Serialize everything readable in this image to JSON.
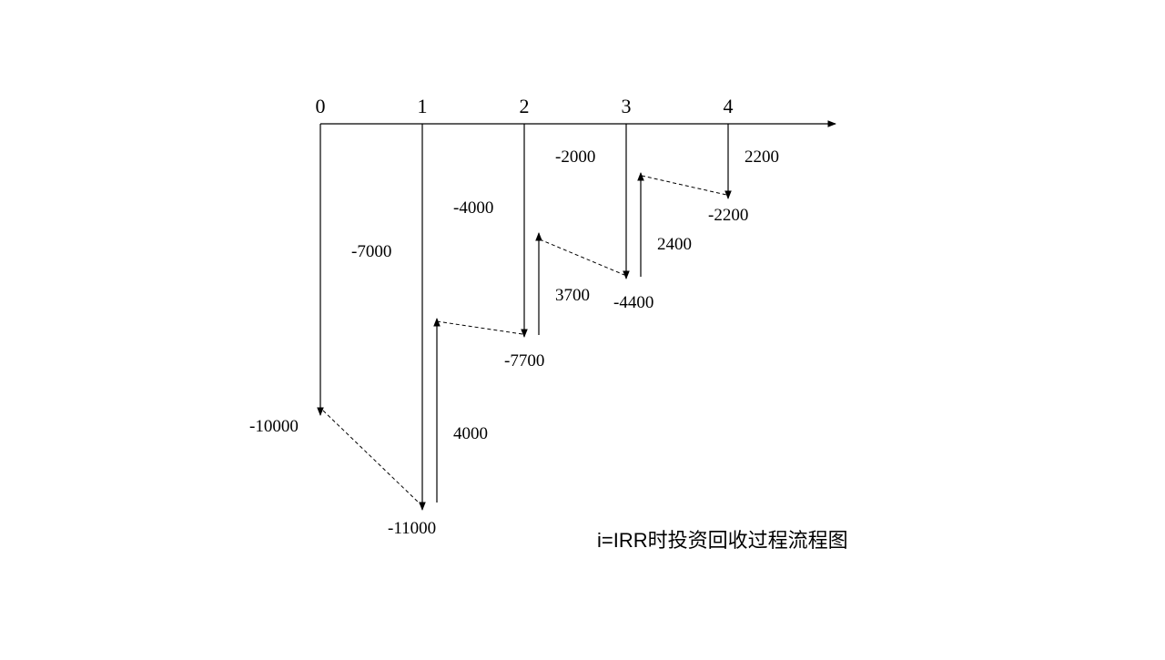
{
  "caption": "i=IRR时投资回收过程流程图",
  "periods": [
    "0",
    "1",
    "2",
    "3",
    "4"
  ],
  "flows": [
    {
      "id": "p0-down",
      "period": 0,
      "from": 0,
      "to": -10000,
      "label": "-10000",
      "end_label": "-10000"
    },
    {
      "id": "p1-down",
      "period": 1,
      "from": 0,
      "to": -11000,
      "label": "-7000",
      "end_label": "-11000"
    },
    {
      "id": "p1-up",
      "period": 1,
      "from": -11000,
      "to": -7000,
      "label": "4000"
    },
    {
      "id": "p2-down",
      "period": 2,
      "from": 0,
      "to": -7700,
      "label": "-4000",
      "end_label": "-7700"
    },
    {
      "id": "p2-up",
      "period": 2,
      "from": -7700,
      "to": -4000,
      "label": "3700"
    },
    {
      "id": "p3-down",
      "period": 3,
      "from": 0,
      "to": -4400,
      "label": "-2000",
      "end_label": "-4400"
    },
    {
      "id": "p3-up",
      "period": 3,
      "from": -4400,
      "to": -2000,
      "label": "2400"
    },
    {
      "id": "p4-down",
      "period": 4,
      "from": 0,
      "to": -2200,
      "label": "2200",
      "end_label": "-2200"
    }
  ]
}
